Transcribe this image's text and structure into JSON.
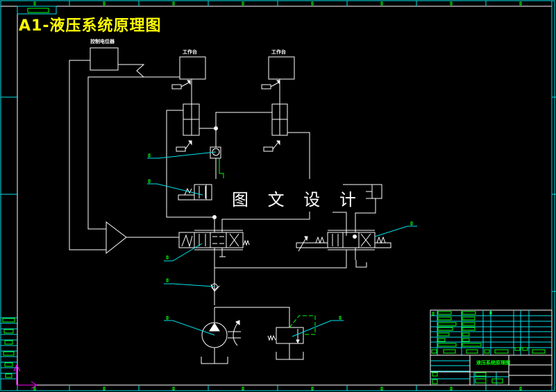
{
  "drawing": {
    "title": "A1-液压系统原理图",
    "watermark": "图 文 设 计",
    "labels": {
      "controller": "控制电位器",
      "worktable_1": "工作台",
      "worktable_2": "工作台"
    },
    "title_block": {
      "drawing_name": "液压系统原理图"
    },
    "colors": {
      "background": "#000000",
      "lines": "#ffffff",
      "frame": "#00e5ee",
      "text_green": "#00ff00",
      "title": "#ffff00",
      "ucs": "#ff00ff"
    }
  }
}
